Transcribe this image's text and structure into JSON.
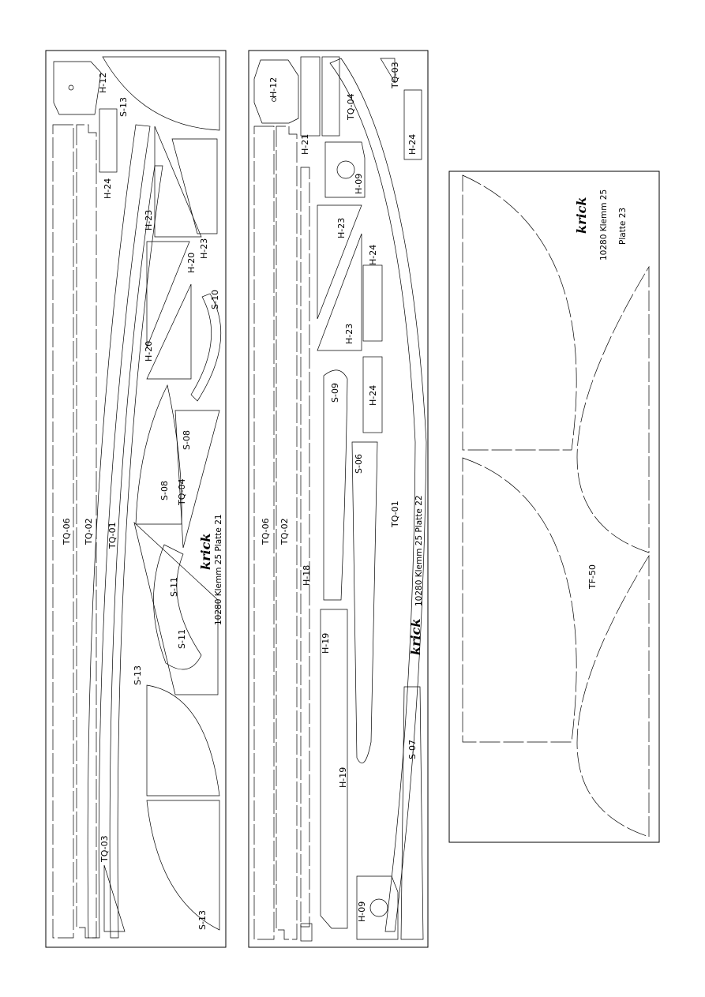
{
  "plates": [
    {
      "id": "plate21",
      "brand": "krick",
      "caption": "10280 Klemm 25 Platte 21",
      "labels": [
        "TQ-06",
        "TQ-02",
        "TQ-01",
        "H-12",
        "S-13",
        "H-24",
        "H-23",
        "H-23",
        "H-20",
        "H-20",
        "S-10",
        "S-08",
        "S-08",
        "TQ-04",
        "S-11",
        "S-11",
        "S-13",
        "TQ-03",
        "S-13"
      ]
    },
    {
      "id": "plate22",
      "brand": "krick",
      "caption": "10280 Klemm 25  Platte 22",
      "labels": [
        "H-12",
        "TQ-03",
        "TQ-04",
        "H-24",
        "H-21",
        "H-09",
        "H-23",
        "H-24",
        "H-23",
        "S-09",
        "H-24",
        "S-06",
        "TQ-01",
        "TQ-06",
        "TQ-02",
        "H-18",
        "H-19",
        "H-19",
        "S-07",
        "H-09"
      ]
    },
    {
      "id": "plate23",
      "brand": "krick",
      "caption_line1": "10280 Klemm 25",
      "caption_line2": "Platte 23",
      "labels": [
        "TF-50"
      ]
    }
  ]
}
